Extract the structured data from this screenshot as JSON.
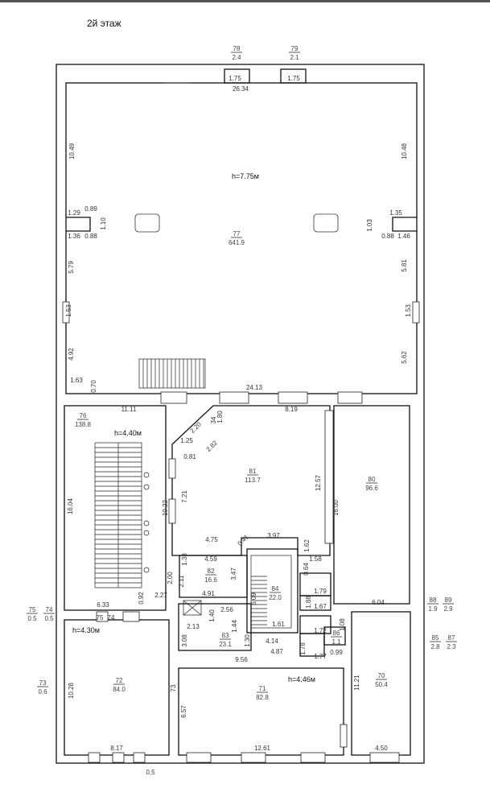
{
  "title": "2й этаж",
  "heights": {
    "hall": "h=7.75м",
    "left": "h=4.40м",
    "lower_left": "h=4.30м",
    "lower_mid": "h=4.46м"
  },
  "rooms": [
    {
      "id": "77",
      "area": "641.9"
    },
    {
      "id": "76",
      "area": "138.8"
    },
    {
      "id": "81",
      "area": "113.7"
    },
    {
      "id": "80",
      "area": "96.6"
    },
    {
      "id": "82",
      "area": "16.6"
    },
    {
      "id": "84",
      "area": "22.0"
    },
    {
      "id": "83",
      "area": "23.1"
    },
    {
      "id": "72",
      "area": "84.0"
    },
    {
      "id": "71",
      "area": "82.8"
    },
    {
      "id": "70",
      "area": "50.4"
    },
    {
      "id": "78",
      "area": "2.4"
    },
    {
      "id": "79",
      "area": "2.1"
    },
    {
      "id": "75",
      "area": "0.5"
    },
    {
      "id": "74",
      "area": "0.5"
    },
    {
      "id": "73",
      "area": "0.6"
    },
    {
      "id": "88",
      "area": "1.9"
    },
    {
      "id": "89",
      "area": "2.9"
    },
    {
      "id": "85",
      "area": "2.8"
    },
    {
      "id": "87",
      "area": "2.3"
    },
    {
      "id": "86",
      "area": "1.1"
    }
  ],
  "dimensions": {
    "d_26_34": "26.34",
    "d_1_75a": "1.75",
    "d_1_75b": "1.75",
    "d_10_49": "10.49",
    "d_10_48": "10.48",
    "d_1_29": "1.29",
    "d_0_89": "0.89",
    "d_1_10": "1.10",
    "d_1_36": "1.36",
    "d_0_88a": "0.88",
    "d_1_03": "1.03",
    "d_1_35": "1.35",
    "d_0_88b": "0.88",
    "d_1_46": "1.46",
    "d_5_79": "5.79",
    "d_5_81": "5.81",
    "d_1_53a": "1.53",
    "d_1_53b": "1.53",
    "d_4_92": "4.92",
    "d_5_62": "5.62",
    "d_1_63": "1.63",
    "d_0_70": "0.70",
    "d_24_13": "24.13",
    "d_11_11": "11.11",
    "d_8_19": "8.19",
    "d_1_80": "1.80",
    "d_1_25": "1.25",
    "d_2_20": "2.20",
    "d_34": "34",
    "d_2_82": "2.82",
    "d_0_81": "0.81",
    "d_7_21": "7.21",
    "d_10_22": "10.22",
    "d_12_57": "12.57",
    "d_16_00": "16.00",
    "d_16_04": "16.04",
    "d_4_75": "4.75",
    "d_0_41": "0.41",
    "d_3_97": "3.97",
    "d_1_62": "1.62",
    "d_4_59": "4.59",
    "d_1_38": "1.38",
    "d_3_47": "3.47",
    "d_2_11": "2.11",
    "d_2_00": "2.00",
    "d_1_58": "1.58",
    "d_0_92": "0.92",
    "d_2_27": "2.27",
    "d_4_91": "4.91",
    "d_6_33": "6.33",
    "d_2_56": "2.56",
    "d_1_40": "1.40",
    "d_2_13": "2.13",
    "d_3_08": "3.08",
    "d_4_14": "4.14",
    "d_1_44": "1.44",
    "d_1_61": "1.61",
    "d_6_09": "6.09",
    "d_0_64": "0.64",
    "d_1_79": "1.79",
    "d_1_67": "1.67",
    "d_1_88": "1.88",
    "d_6_04": "6.04",
    "d_1_08": "1.08",
    "d_1_72": "1.72",
    "d_1_77": "1.77",
    "d_0_99": "0.99",
    "d_1_78": "1.78",
    "d_4_87": "4.87",
    "d_9_56": "9.56",
    "d_10_28": "10.28",
    "d_6_57": "6.57",
    "d_11_21": "11.21",
    "d_8_17": "8.17",
    "d_12_61": "12.61",
    "d_4_50": "4.50",
    "d_0_5": "0,5",
    "d_74a": "74",
    "d_75a": "75",
    "d_73a": "73",
    "d_1_30": "1.30"
  }
}
